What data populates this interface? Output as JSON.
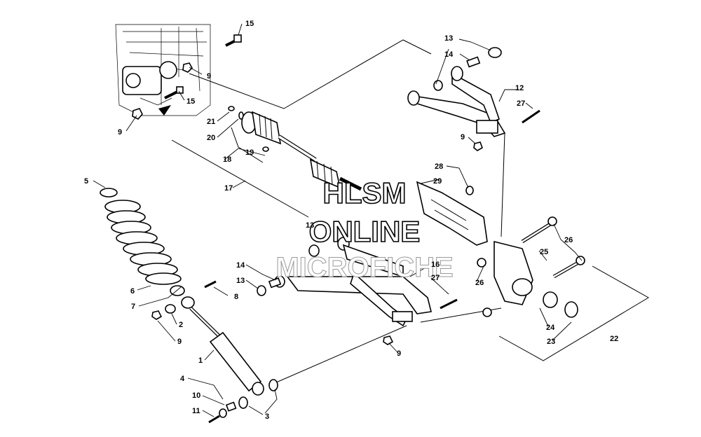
{
  "watermark": {
    "line1": "HLSM",
    "line2": "ONLINE",
    "line3": "MICROFICHE"
  },
  "callouts": {
    "c1": "1",
    "c2": "2",
    "c3": "3",
    "c4": "4",
    "c5": "5",
    "c6": "6",
    "c7": "7",
    "c8": "8",
    "c9a": "9",
    "c9b": "9",
    "c9c": "9",
    "c9d": "9",
    "c9e": "9",
    "c10": "10",
    "c11": "11",
    "c12": "12",
    "c13a": "13",
    "c13b": "13",
    "c13c": "13",
    "c14a": "14",
    "c14b": "14",
    "c15a": "15",
    "c15b": "15",
    "c16": "16",
    "c17": "17",
    "c18": "18",
    "c19": "19",
    "c20": "20",
    "c21": "21",
    "c22": "22",
    "c23": "23",
    "c24": "24",
    "c25": "25",
    "c26a": "26",
    "c26b": "26",
    "c27a": "27",
    "c27b": "27",
    "c28": "28",
    "c29": "29"
  }
}
